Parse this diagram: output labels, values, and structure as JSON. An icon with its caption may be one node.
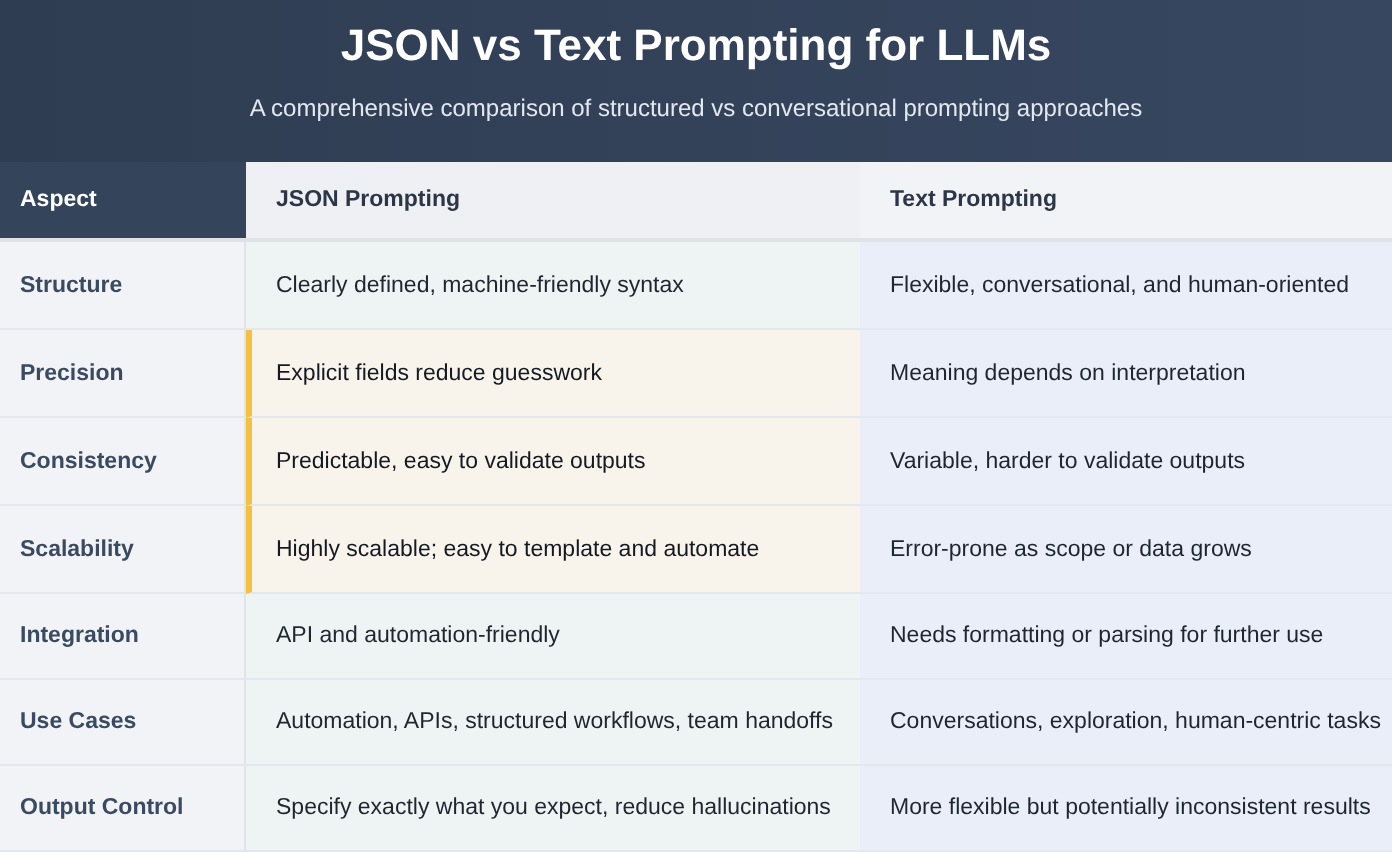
{
  "diagram": {
    "title": "JSON vs Text Prompting for LLMs",
    "caption": "A comprehensive comparison of structured vs conversational prompting approaches",
    "labels": [
      "Aspect",
      "JSON Prompting",
      "Text Prompting",
      "Structure",
      "Clearly defined, machine-friendly syntax",
      "Flexible, conversational, and human-oriented",
      "Precision",
      "Explicit fields reduce guesswork",
      "Meaning depends on interpretation",
      "Consistency",
      "Predictable, easy to validate outputs",
      "Variable, harder to validate outputs",
      "Scalability",
      "Highly scalable; easy to template and automate",
      "Error-prone as scope or data grows",
      "Integration",
      "API and automation-friendly",
      "Needs formatting or parsing for further use",
      "Use Cases",
      "Automation, APIs, structured workflows, team handoffs",
      "Conversations, exploration, human-centric tasks",
      "Output Control",
      "Specify exactly what you expect, reduce hallucinations",
      "More flexible but potentially inconsistent results"
    ]
  }
}
